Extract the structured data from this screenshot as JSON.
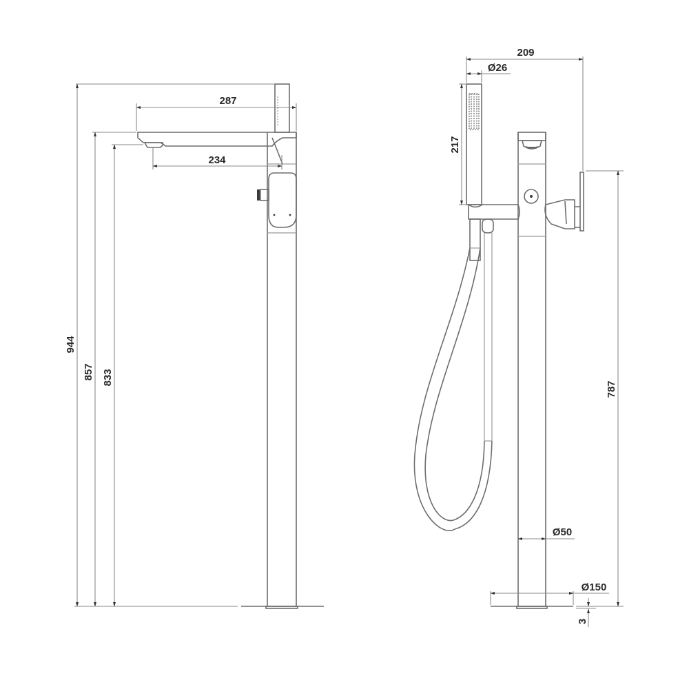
{
  "drawing": {
    "title": "Freestanding bath mixer with hand shower – technical drawing",
    "units": "mm",
    "side_view": {
      "dimensions": {
        "total_height": "944",
        "spout_top_height": "857",
        "spout_outlet_height": "833",
        "spout_projection": "287",
        "outlet_to_column": "234"
      }
    },
    "front_view": {
      "dimensions": {
        "overall_width": "209",
        "handshower_diameter": "Ø26",
        "handshower_length": "217",
        "handle_height": "787",
        "column_diameter": "Ø50",
        "base_diameter": "Ø150",
        "base_thickness": "3"
      }
    }
  }
}
